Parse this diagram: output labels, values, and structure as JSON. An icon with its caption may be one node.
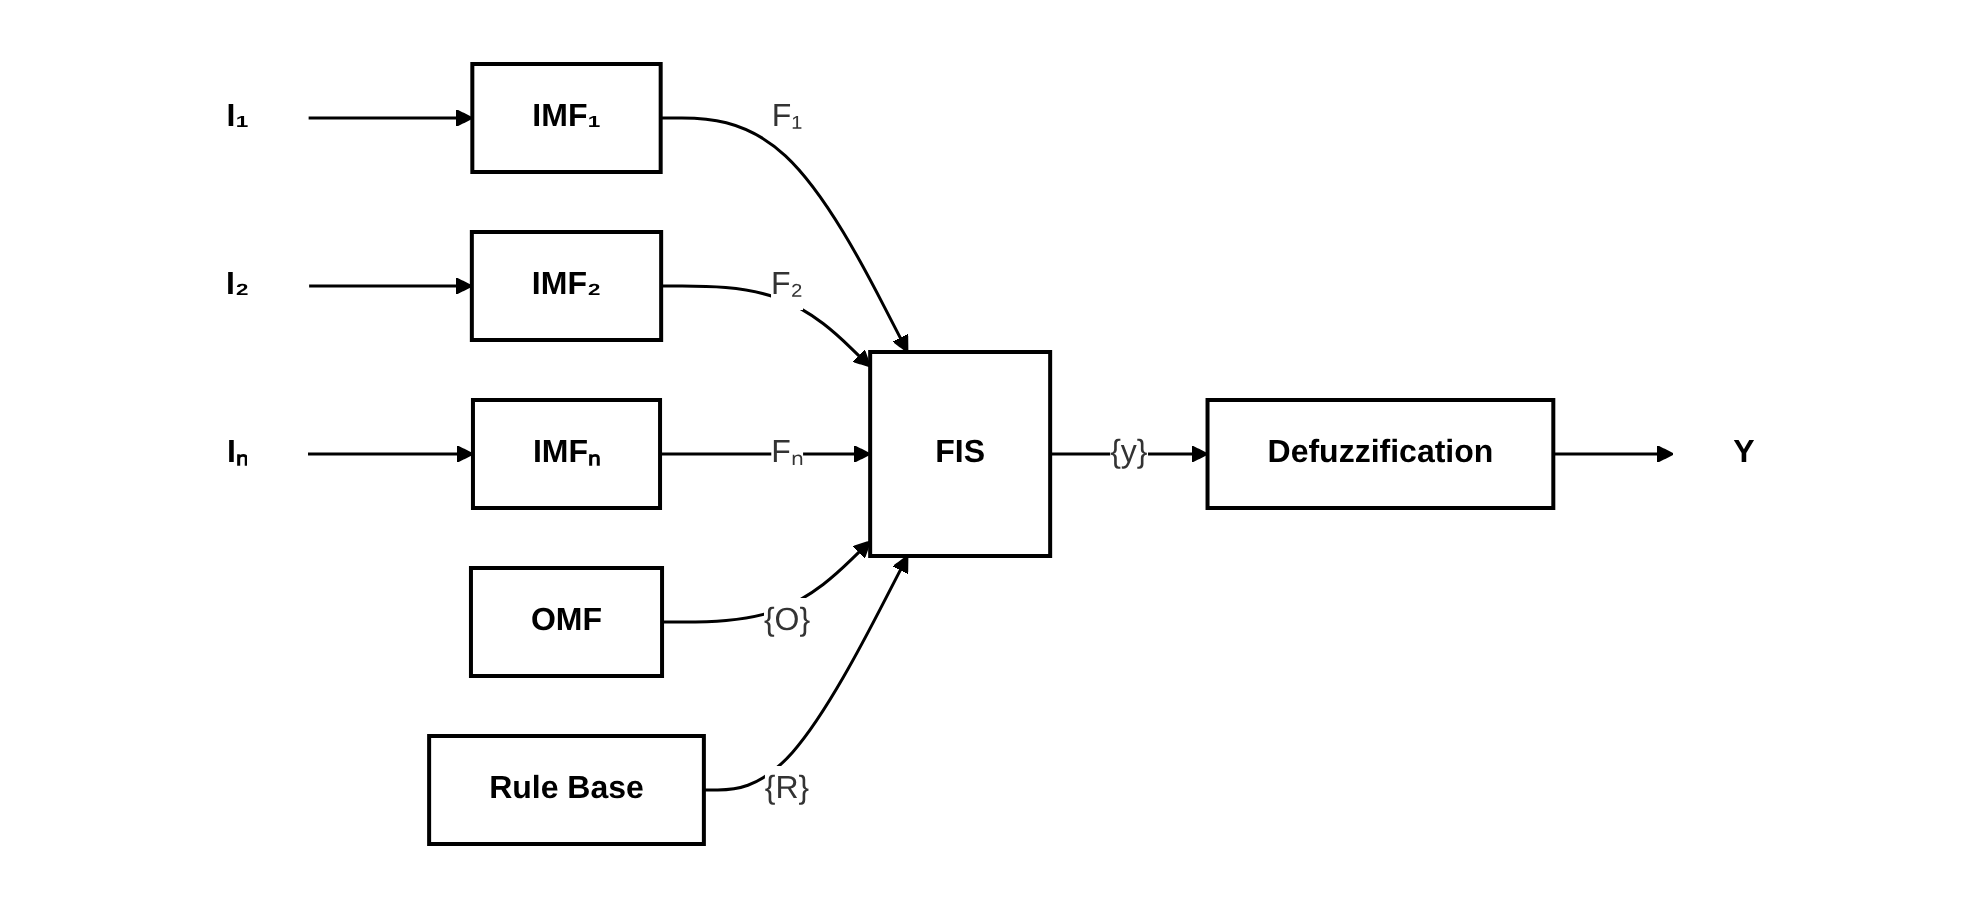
{
  "diagram": {
    "nodes": [
      {
        "text": [
          "I₁"
        ]
      },
      {
        "text": [
          "IMF₁"
        ]
      },
      {
        "text": [
          "I₂"
        ]
      },
      {
        "text": [
          "IMF₂"
        ]
      },
      {
        "text": [
          "Iₙ"
        ]
      },
      {
        "text": [
          "IMFₙ"
        ]
      },
      {
        "text": [
          "OMF"
        ]
      },
      {
        "text": [
          "FIS"
        ]
      },
      {
        "text": [
          "Rule Base"
        ]
      },
      {
        "text": [
          "Defuzzification"
        ]
      },
      {
        "text": [
          "Y"
        ]
      }
    ],
    "edges": [
      {
        "from": 0,
        "to": 1,
        "arrow": "to"
      },
      {
        "from": 2,
        "to": 3,
        "arrow": "to"
      },
      {
        "from": 4,
        "to": 5,
        "arrow": "to"
      },
      {
        "from": 1,
        "to": 7,
        "arrow": "to",
        "label": "F₁"
      },
      {
        "from": 3,
        "to": 7,
        "arrow": "to",
        "label": "F₂"
      },
      {
        "from": 5,
        "to": 7,
        "arrow": "to",
        "label": "Fₙ"
      },
      {
        "from": 6,
        "to": 7,
        "arrow": "to",
        "label": "{O}"
      },
      {
        "from": 8,
        "to": 7,
        "arrow": "to",
        "label": "{R}"
      },
      {
        "from": 7,
        "to": 9,
        "arrow": "to",
        "label": "{y}"
      },
      {
        "from": 9,
        "to": 10,
        "arrow": "to"
      }
    ]
  }
}
